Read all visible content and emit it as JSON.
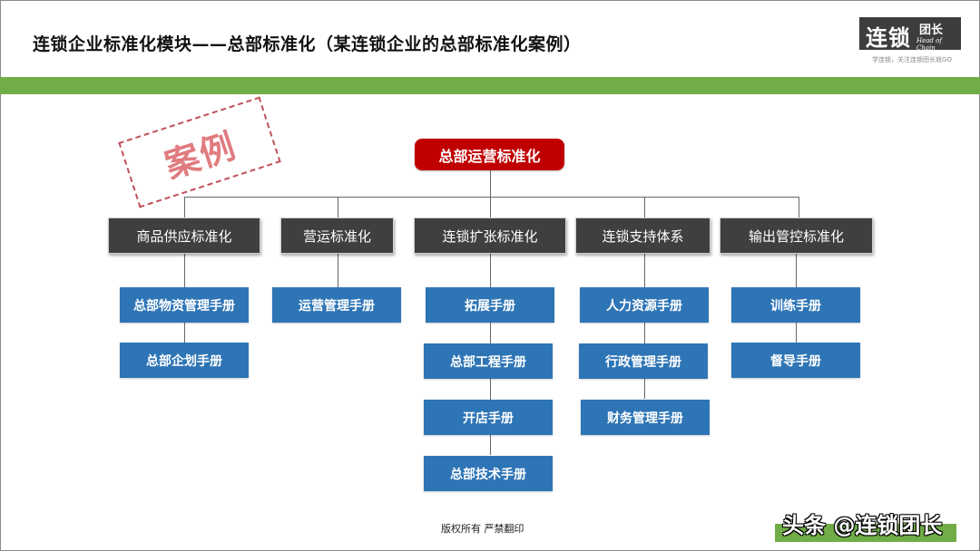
{
  "header": {
    "title": "连锁企业标准化模块——总部标准化（某连锁企业的总部标准化案例）",
    "logo": {
      "main": "连锁",
      "sub": "团长",
      "english": "Head of Chain",
      "tagline": "学连锁，关注连锁团长就GO"
    },
    "accent_color": "#70ad47"
  },
  "stamp": {
    "text": "案例",
    "color": "#e07b80"
  },
  "org_chart": {
    "root": {
      "label": "总部运营标准化",
      "color": "#c00000"
    },
    "categories": [
      {
        "label": "商品供应标准化",
        "children": [
          "总部物资管理手册",
          "总部企划手册"
        ]
      },
      {
        "label": "营运标准化",
        "children": [
          "运营管理手册"
        ]
      },
      {
        "label": "连锁扩张标准化",
        "children": [
          "拓展手册",
          "总部工程手册",
          "开店手册",
          "总部技术手册"
        ]
      },
      {
        "label": "连锁支持体系",
        "children": [
          "人力资源手册",
          "行政管理手册",
          "财务管理手册"
        ]
      },
      {
        "label": "输出管控标准化",
        "children": [
          "训练手册",
          "督导手册"
        ]
      }
    ],
    "category_color": "#3f3f3f",
    "leaf_color": "#2e75b6"
  },
  "footer": {
    "copyright": "版权所有  严禁翻印",
    "watermark": "头条 @连锁团长"
  }
}
